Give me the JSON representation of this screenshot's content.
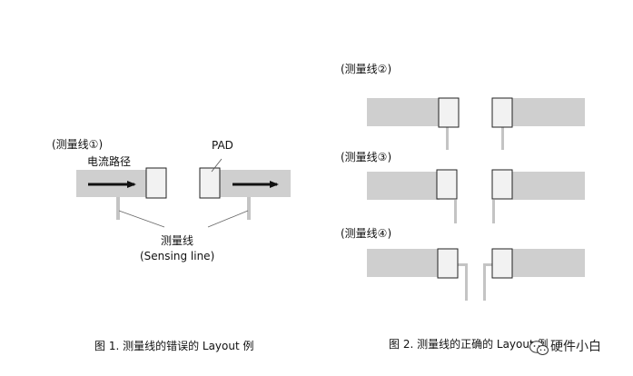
{
  "figure1": {
    "sense_label": "(测量线①)",
    "current_path_label": "电流路径",
    "pad_label": "PAD",
    "sensing_label_cn": "测量线",
    "sensing_label_en": "(Sensing line)",
    "caption": "图 1. 测量线的错误的 Layout 例"
  },
  "figure2": {
    "variant_labels": [
      "(测量线②)",
      "(测量线③)",
      "(测量线④)"
    ],
    "caption": "图 2. 测量线的正确的 Layout 例"
  },
  "watermark": {
    "text": "硬件小白",
    "icon": "wechat-icon"
  },
  "colors": {
    "trace": "#cfcfcf",
    "sense_line": "#c4c4c4",
    "pad_fill": "#f2f2f2",
    "pad_stroke": "#222222",
    "arrow": "#111111"
  }
}
